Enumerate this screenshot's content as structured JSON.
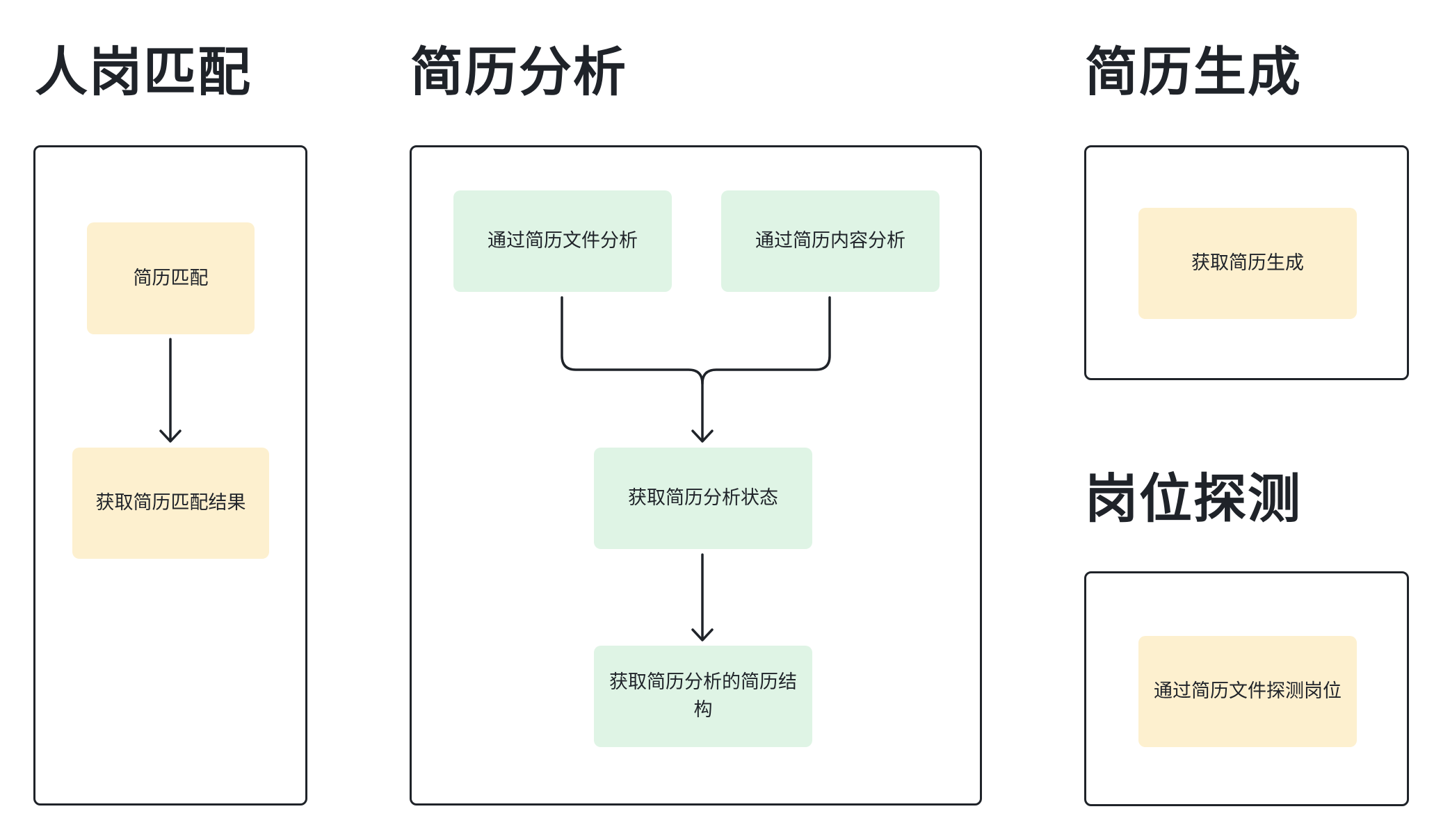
{
  "sections": {
    "match": {
      "title": "人岗匹配",
      "nodes": [
        "简历匹配",
        "获取简历匹配结果"
      ]
    },
    "analysis": {
      "title": "简历分析",
      "nodes": [
        "通过简历文件分析",
        "通过简历内容分析",
        "获取简历分析状态",
        "获取简历分析的简历结构"
      ]
    },
    "generate": {
      "title": "简历生成",
      "nodes": [
        "获取简历生成"
      ]
    },
    "detect": {
      "title": "岗位探测",
      "nodes": [
        "通过简历文件探测岗位"
      ]
    }
  },
  "colors": {
    "yellow_node": "#fdf0cf",
    "green_node": "#dff4e5",
    "stroke": "#1f2329"
  }
}
